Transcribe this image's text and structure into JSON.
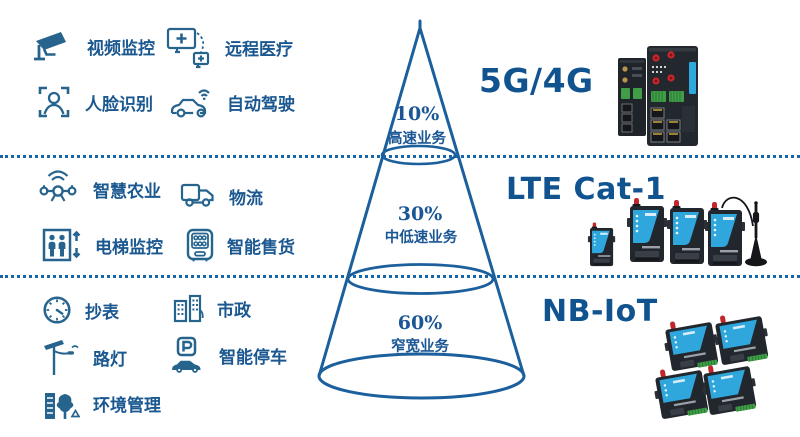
{
  "colors": {
    "primary_text_blue": "#1b5890",
    "cone_line_blue": "#1b5f9c",
    "divider_blue": "#1767a8",
    "device_body_black": "#22262d",
    "device_panel_blue": "#2fa7dd",
    "device_antenna_red": "#c0272d",
    "device_terminal_green": "#3f9e47"
  },
  "tiers": [
    {
      "network": "5G/4G",
      "percent": "10%",
      "service": "高速业务",
      "device_image": "industrial-5g-routers",
      "applications": [
        {
          "label": "视频监控",
          "icon": "cctv-camera-icon"
        },
        {
          "label": "远程医疗",
          "icon": "telemedicine-icon"
        },
        {
          "label": "人脸识别",
          "icon": "face-recognition-icon"
        },
        {
          "label": "自动驾驶",
          "icon": "autonomous-driving-icon"
        }
      ]
    },
    {
      "network": "LTE Cat-1",
      "percent": "30%",
      "service": "中低速业务",
      "device_image": "lte-cat1-dtu-modems",
      "applications": [
        {
          "label": "智慧农业",
          "icon": "agriculture-drone-icon"
        },
        {
          "label": "物流",
          "icon": "logistics-truck-icon"
        },
        {
          "label": "电梯监控",
          "icon": "elevator-icon"
        },
        {
          "label": "智能售货",
          "icon": "vending-machine-icon"
        }
      ]
    },
    {
      "network": "NB-IoT",
      "percent": "60%",
      "service": "窄宽业务",
      "device_image": "nb-iot-dtu-modems",
      "applications": [
        {
          "label": "抄表",
          "icon": "meter-icon"
        },
        {
          "label": "市政",
          "icon": "city-buildings-icon"
        },
        {
          "label": "路灯",
          "icon": "street-light-icon"
        },
        {
          "label": "智能停车",
          "icon": "smart-parking-icon"
        },
        {
          "label": "环境管理",
          "icon": "environment-icon"
        }
      ]
    }
  ]
}
